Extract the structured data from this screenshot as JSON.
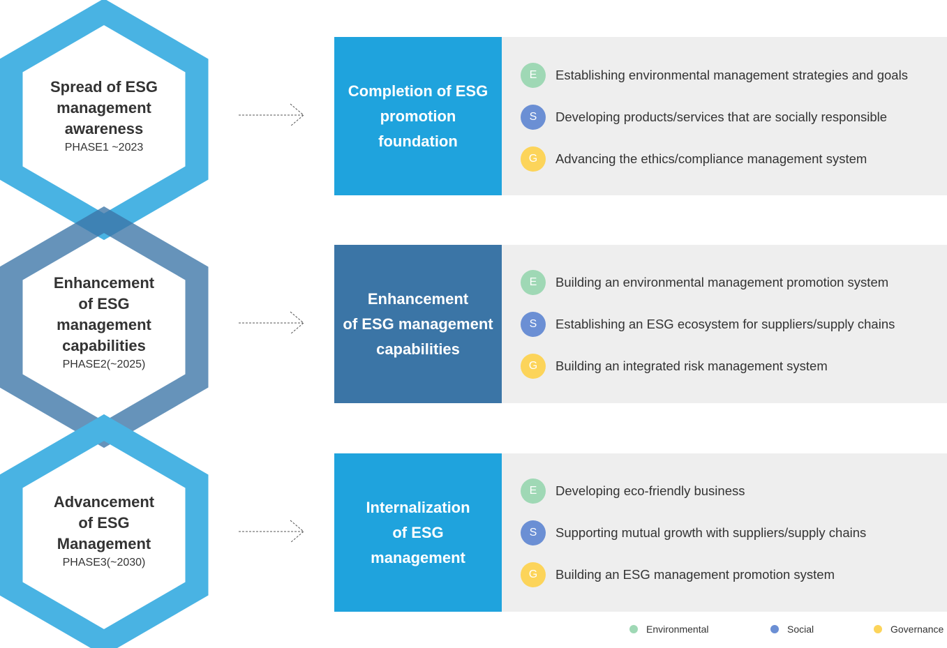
{
  "colors": {
    "hex_light": "#49b3e3",
    "hex_dark": "#4f86b3",
    "panel_light": "#1fa3dd",
    "panel_dark": "#3b75a6",
    "panel_bg": "#eeeeee",
    "environmental": "#9fd8b5",
    "social": "#6b8fd4",
    "governance": "#fcd45a"
  },
  "phases": [
    {
      "hex_title": "Spread of ESG\nmanagement\nawareness",
      "phase_label": "PHASE1 ~2023",
      "panel_title": "Completion of ESG\npromotion\nfoundation",
      "items": [
        {
          "badge": "E",
          "text": "Establishing environmental  management strategies and goals"
        },
        {
          "badge": "S",
          "text": "Developing products/services that are socially responsible"
        },
        {
          "badge": "G",
          "text": "Advancing the ethics/compliance management system"
        }
      ]
    },
    {
      "hex_title": "Enhancement\nof ESG\nmanagement\ncapabilities",
      "phase_label": "PHASE2(~2025)",
      "panel_title": "Enhancement\nof ESG management\ncapabilities",
      "items": [
        {
          "badge": "E",
          "text": "Building an environmental  management promotion system"
        },
        {
          "badge": "S",
          "text": "Establishing an ESG ecosystem  for suppliers/supply chains"
        },
        {
          "badge": "G",
          "text": "Building an integrated risk management system"
        }
      ]
    },
    {
      "hex_title": "Advancement\nof ESG\nManagement",
      "phase_label": "PHASE3(~2030)",
      "panel_title": "Internalization\nof  ESG\nmanagement",
      "items": [
        {
          "badge": "E",
          "text": "Developing eco-friendly business"
        },
        {
          "badge": "S",
          "text": "Supporting mutual growth with suppliers/supply chains"
        },
        {
          "badge": "G",
          "text": "Building an ESG management promotion system"
        }
      ]
    }
  ],
  "legend": [
    {
      "label": "Environmental",
      "color_key": "environmental"
    },
    {
      "label": "Social",
      "color_key": "social"
    },
    {
      "label": "Governance",
      "color_key": "governance"
    }
  ]
}
